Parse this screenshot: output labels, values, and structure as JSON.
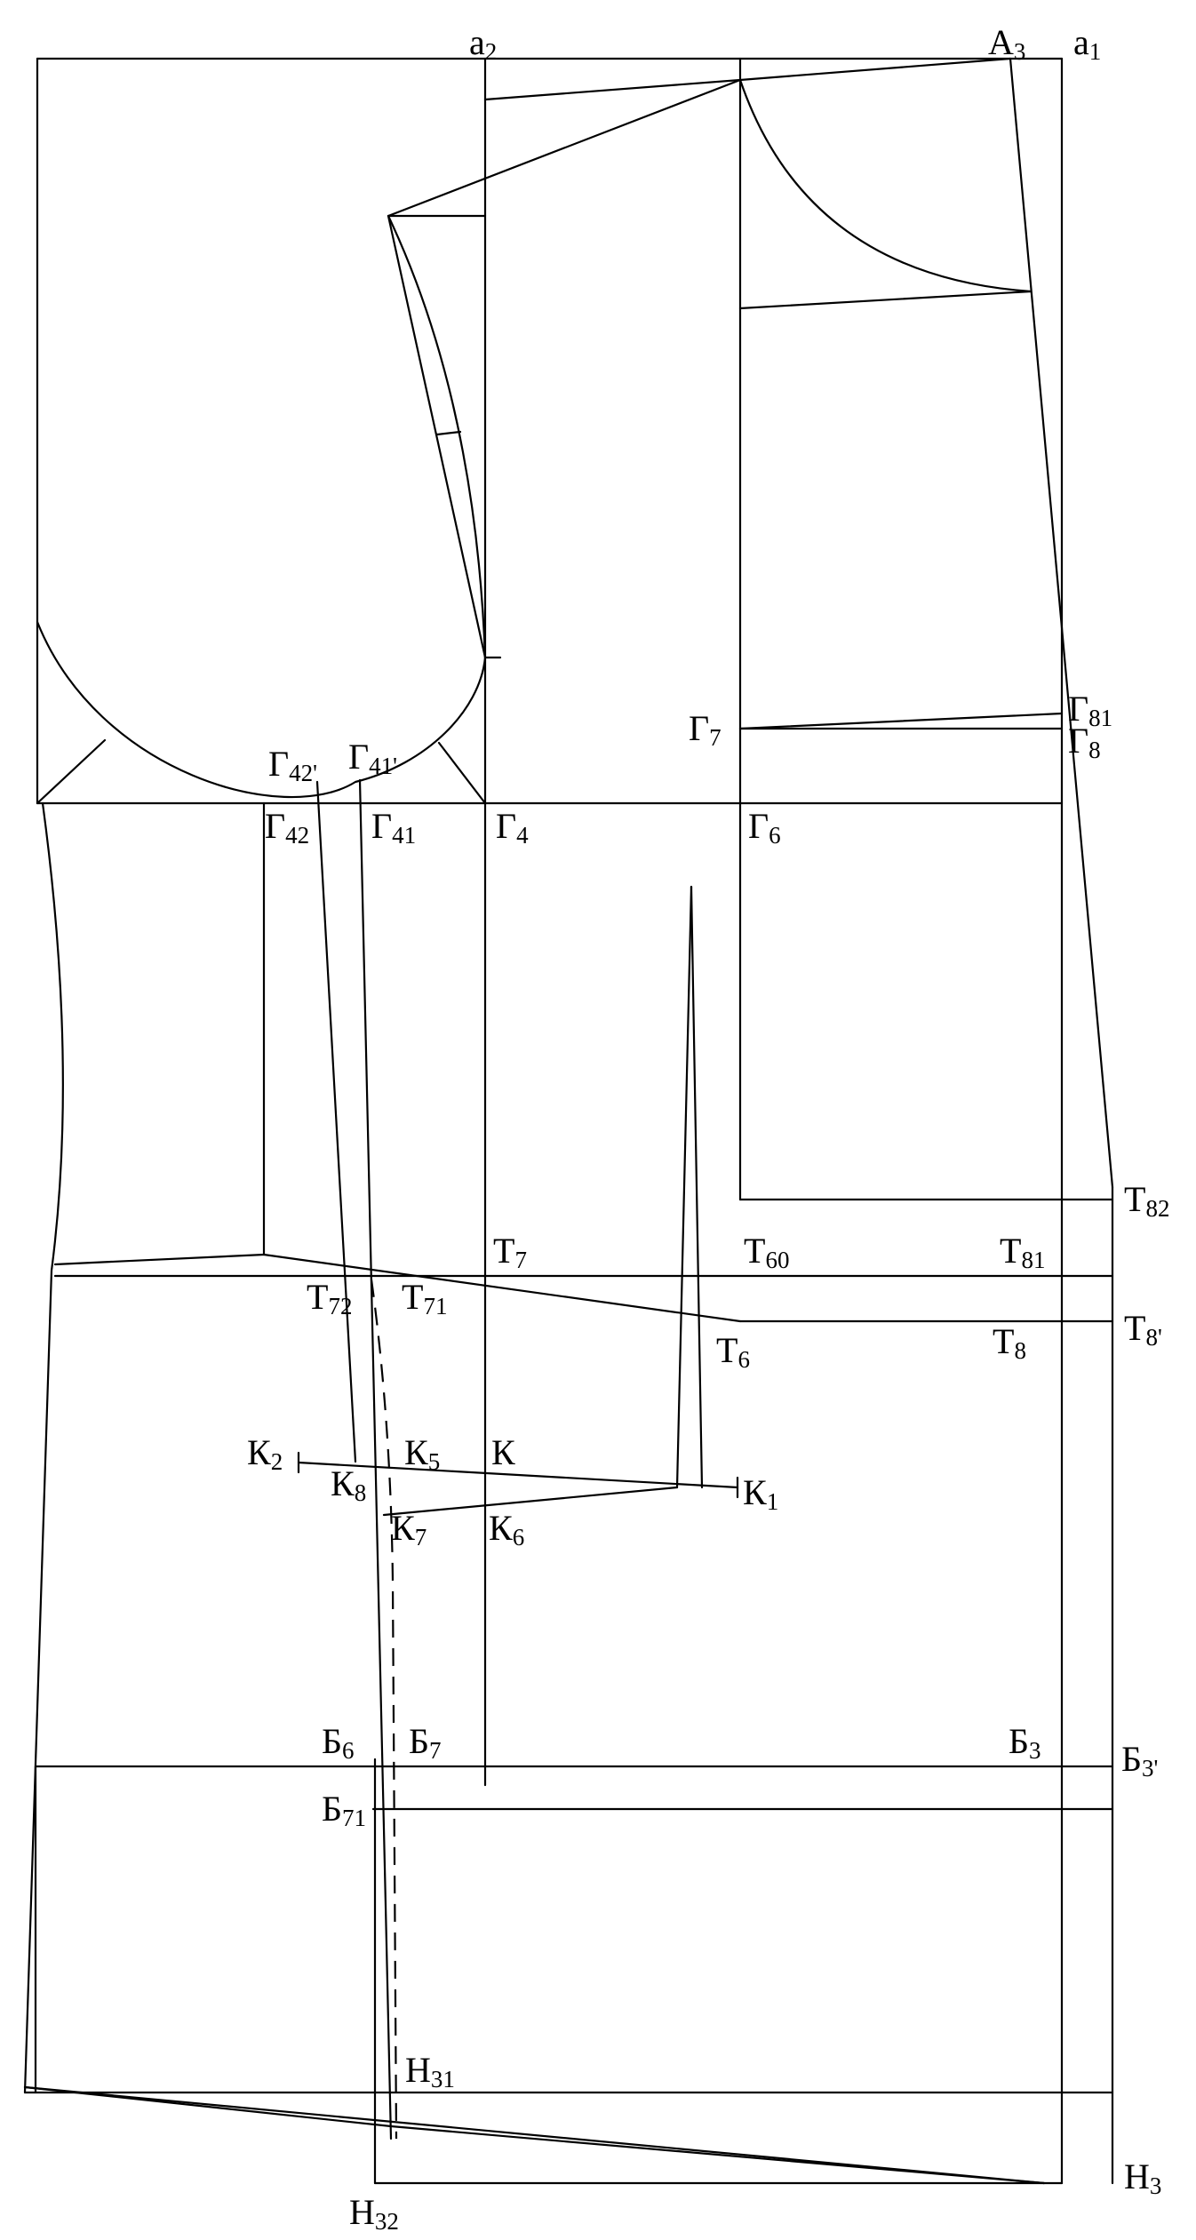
{
  "labels": [
    {
      "id": "a2",
      "main": "а",
      "sub": "2"
    },
    {
      "id": "A3",
      "main": "А",
      "sub": "3"
    },
    {
      "id": "a1",
      "main": "а",
      "sub": "1"
    },
    {
      "id": "G81",
      "main": "Г",
      "sub": "81"
    },
    {
      "id": "G8",
      "main": "Г",
      "sub": "8"
    },
    {
      "id": "G7",
      "main": "Г",
      "sub": "7"
    },
    {
      "id": "G42p",
      "main": "Г",
      "sub": "42'"
    },
    {
      "id": "G41p",
      "main": "Г",
      "sub": "41'"
    },
    {
      "id": "G42",
      "main": "Г",
      "sub": "42"
    },
    {
      "id": "G41",
      "main": "Г",
      "sub": "41"
    },
    {
      "id": "G4",
      "main": "Г",
      "sub": "4"
    },
    {
      "id": "G6",
      "main": "Г",
      "sub": "6"
    },
    {
      "id": "T82",
      "main": "Т",
      "sub": "82"
    },
    {
      "id": "T7",
      "main": "Т",
      "sub": "7"
    },
    {
      "id": "T60",
      "main": "Т",
      "sub": "60"
    },
    {
      "id": "T81",
      "main": "Т",
      "sub": "81"
    },
    {
      "id": "T72",
      "main": "Т",
      "sub": "72"
    },
    {
      "id": "T71",
      "main": "Т",
      "sub": "71"
    },
    {
      "id": "T6",
      "main": "Т",
      "sub": "6"
    },
    {
      "id": "T8",
      "main": "Т",
      "sub": "8"
    },
    {
      "id": "T8p",
      "main": "Т",
      "sub": "8'"
    },
    {
      "id": "K2",
      "main": "К",
      "sub": "2"
    },
    {
      "id": "K5",
      "main": "К",
      "sub": "5"
    },
    {
      "id": "K",
      "main": "К",
      "sub": ""
    },
    {
      "id": "K8",
      "main": "К",
      "sub": "8"
    },
    {
      "id": "K1",
      "main": "К",
      "sub": "1"
    },
    {
      "id": "K7",
      "main": "К",
      "sub": "7"
    },
    {
      "id": "K6",
      "main": "К",
      "sub": "6"
    },
    {
      "id": "B6",
      "main": "Б",
      "sub": "6"
    },
    {
      "id": "B7",
      "main": "Б",
      "sub": "7"
    },
    {
      "id": "B3",
      "main": "Б",
      "sub": "3"
    },
    {
      "id": "B3p",
      "main": "Б",
      "sub": "3'"
    },
    {
      "id": "B71",
      "main": "Б",
      "sub": "71"
    },
    {
      "id": "H31",
      "main": "Н",
      "sub": "31"
    },
    {
      "id": "H32",
      "main": "Н",
      "sub": "32"
    },
    {
      "id": "H3",
      "main": "Н",
      "sub": "3"
    }
  ]
}
